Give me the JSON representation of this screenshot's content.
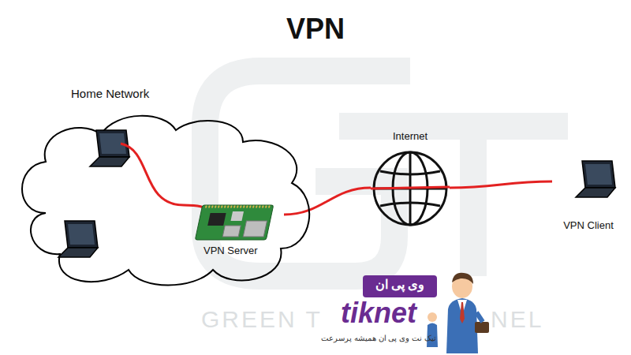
{
  "diagram": {
    "title": "VPN",
    "nodes": [
      {
        "text": [
          "Home Network"
        ]
      },
      {
        "text": [
          "VPN Server"
        ],
        "in": 0
      },
      {
        "text": [
          "Internet"
        ]
      },
      {
        "text": [
          "VPN Client"
        ]
      }
    ],
    "edges": [
      {
        "from": 1,
        "to": 2,
        "arrow": "none"
      },
      {
        "from": 2,
        "to": 3,
        "arrow": "none"
      }
    ],
    "labels": [
      "GREEN T",
      "NEL",
      "وی پی ان",
      "tiknet",
      "تیک نت وی پی ان همیشه پرسرعت"
    ]
  }
}
